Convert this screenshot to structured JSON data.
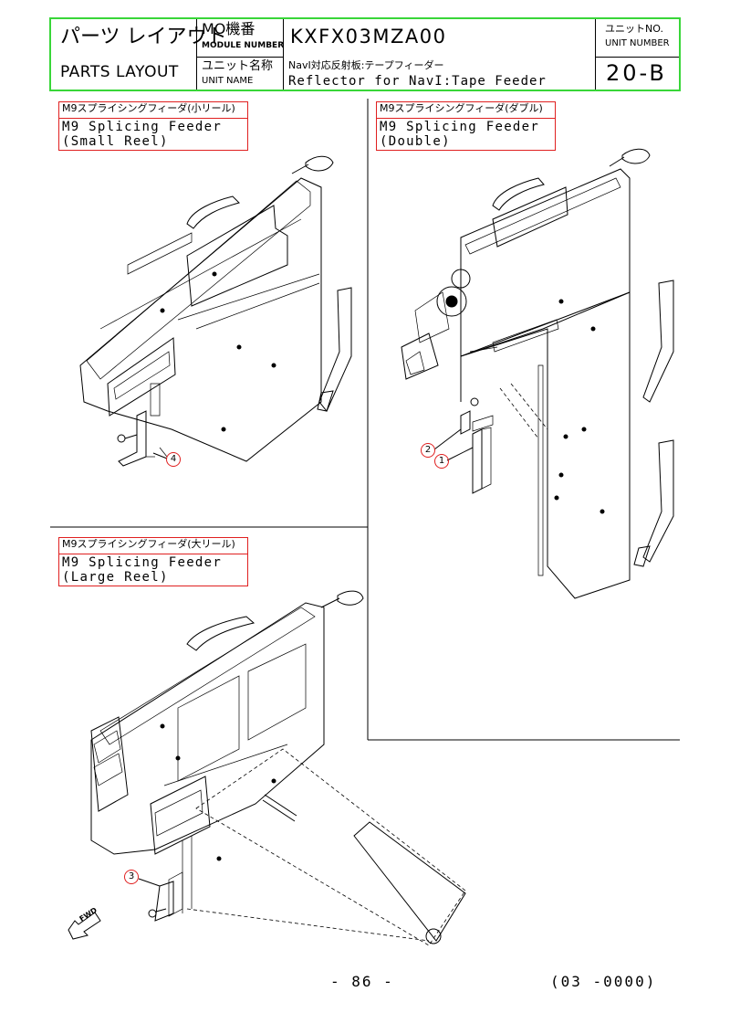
{
  "header": {
    "parts_layout_jp": "パーツ レイアウト",
    "parts_layout_en": "PARTS LAYOUT",
    "module_label_jp": "MO機番",
    "module_label_en": "MODULE NUMBER",
    "module_number": "KXFX03MZA00",
    "unit_no_label_jp": "ユニットNO.",
    "unit_no_label_en": "UNIT NUMBER",
    "unit_number": "20-B",
    "unit_name_label_jp": "ユニット名称",
    "unit_name_label_en": "UNIT NAME",
    "unit_name_jp": "NavI対応反射板:テープフィーダー",
    "unit_name_en": "Reflector for NavI:Tape Feeder"
  },
  "sections": {
    "small_reel": {
      "jp": "M9スプライシングフィーダ(小リール)",
      "en1": "M9 Splicing Feeder",
      "en2": "(Small Reel)",
      "callout": "4"
    },
    "double": {
      "jp": "M9スプライシングフィーダ(ダブル)",
      "en1": "M9 Splicing Feeder",
      "en2": "(Double)",
      "callout_a": "2",
      "callout_b": "1"
    },
    "large_reel": {
      "jp": "M9スプライシングフィーダ(大リール)",
      "en1": "M9 Splicing Feeder",
      "en2": "(Large Reel)",
      "callout": "3"
    }
  },
  "arrow_label": "FWD",
  "footer": {
    "page": "- 86 -",
    "code": "(03 -0000)"
  }
}
